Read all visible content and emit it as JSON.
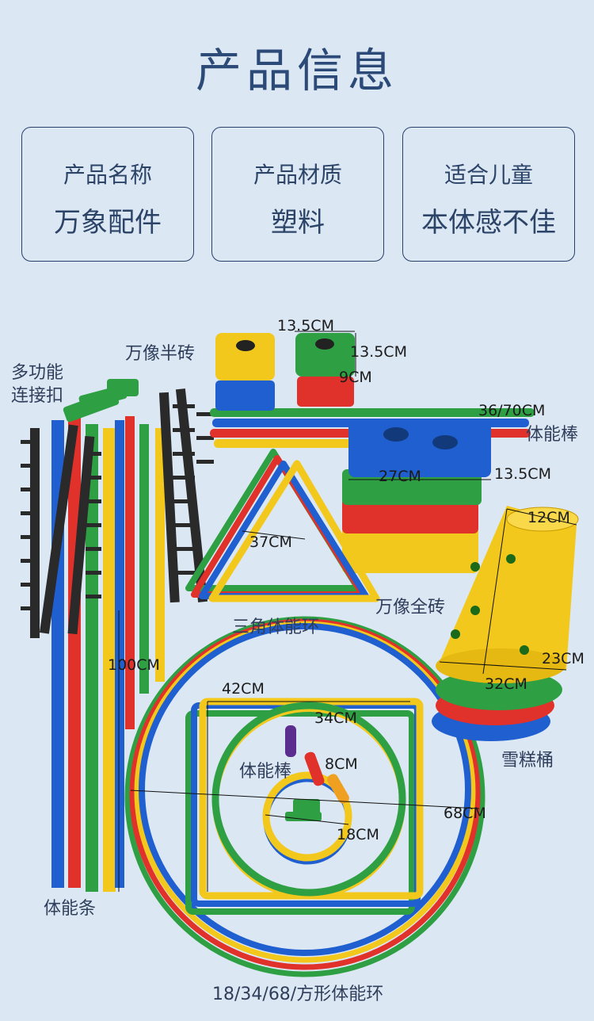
{
  "page_title": "产品信息",
  "cards": [
    {
      "label": "产品名称",
      "value": "万象配件"
    },
    {
      "label": "产品材质",
      "value": "塑料"
    },
    {
      "label": "适合儿童",
      "value": "本体感不佳"
    }
  ],
  "labels": {
    "multi_connector": [
      "多功能",
      "连接扣"
    ],
    "half_brick": "万像半砖",
    "stick_top": "体能棒",
    "triangle_ring": "三角体能环",
    "full_brick": "万像全砖",
    "cake_bucket": "雪糕桶",
    "stick_small": "体能棒",
    "strip": "体能条",
    "rings_bottom": "18/34/68/方形体能环"
  },
  "dims": {
    "half_w": "13.5CM",
    "half_d": "13.5CM",
    "half_h": "9CM",
    "stick_len": "36/70CM",
    "full_w": "27CM",
    "full_d": "13.5CM",
    "tri": "37CM",
    "cone_top": "12CM",
    "cone_h": "23CM",
    "cone_base": "32CM",
    "strip_len": "100CM",
    "square": "42CM",
    "ring34": "34CM",
    "stick8": "8CM",
    "ring68": "68CM",
    "ring18": "18CM"
  },
  "colors": {
    "blue": "#1f5fd0",
    "red": "#e0312b",
    "green": "#2ea043",
    "yellow": "#f3c81d",
    "black": "#2a2a2a",
    "title": "#2c4a78"
  }
}
